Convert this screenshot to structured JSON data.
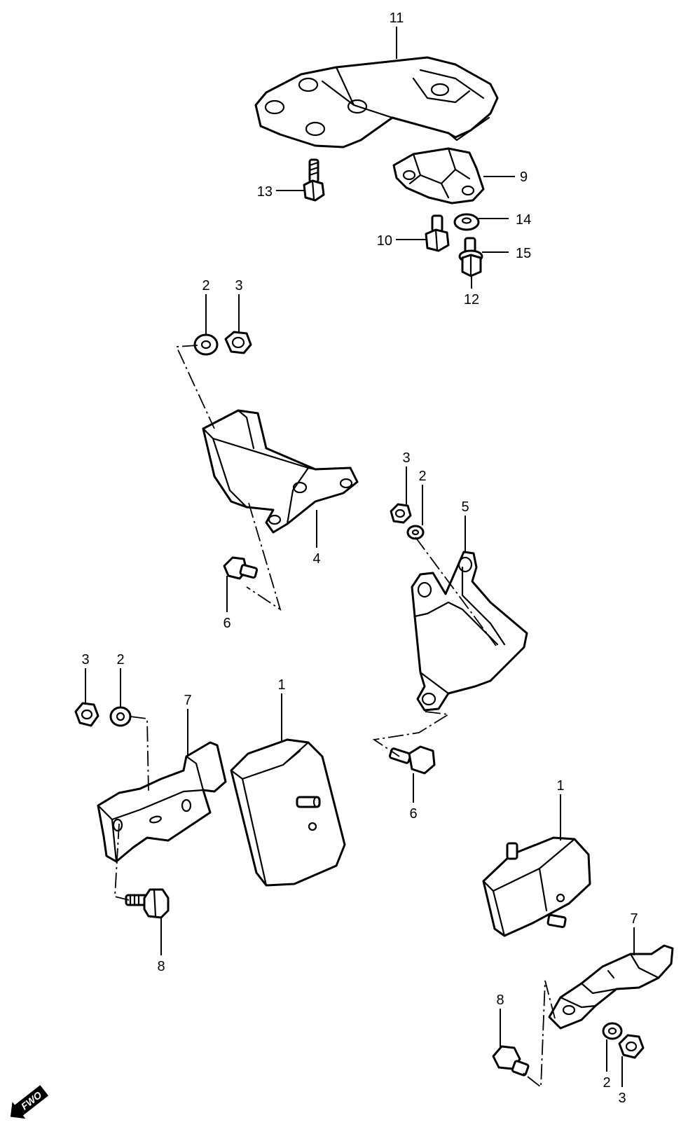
{
  "diagram": {
    "callouts": [
      {
        "id": "c11",
        "label": "11"
      },
      {
        "id": "c9",
        "label": "9"
      },
      {
        "id": "c13",
        "label": "13"
      },
      {
        "id": "c14",
        "label": "14"
      },
      {
        "id": "c10",
        "label": "10"
      },
      {
        "id": "c15",
        "label": "15"
      },
      {
        "id": "c12",
        "label": "12"
      },
      {
        "id": "c2a",
        "label": "2"
      },
      {
        "id": "c3a",
        "label": "3"
      },
      {
        "id": "c4",
        "label": "4"
      },
      {
        "id": "c6a",
        "label": "6"
      },
      {
        "id": "c3b",
        "label": "3"
      },
      {
        "id": "c2b",
        "label": "2"
      },
      {
        "id": "c5",
        "label": "5"
      },
      {
        "id": "c3c",
        "label": "3"
      },
      {
        "id": "c2c",
        "label": "2"
      },
      {
        "id": "c7a",
        "label": "7"
      },
      {
        "id": "c1a",
        "label": "1"
      },
      {
        "id": "c6b",
        "label": "6"
      },
      {
        "id": "c8a",
        "label": "8"
      },
      {
        "id": "c1b",
        "label": "1"
      },
      {
        "id": "c7b",
        "label": "7"
      },
      {
        "id": "c8b",
        "label": "8"
      },
      {
        "id": "c2d",
        "label": "2"
      },
      {
        "id": "c3d",
        "label": "3"
      }
    ],
    "fwd_badge": "FWO"
  }
}
